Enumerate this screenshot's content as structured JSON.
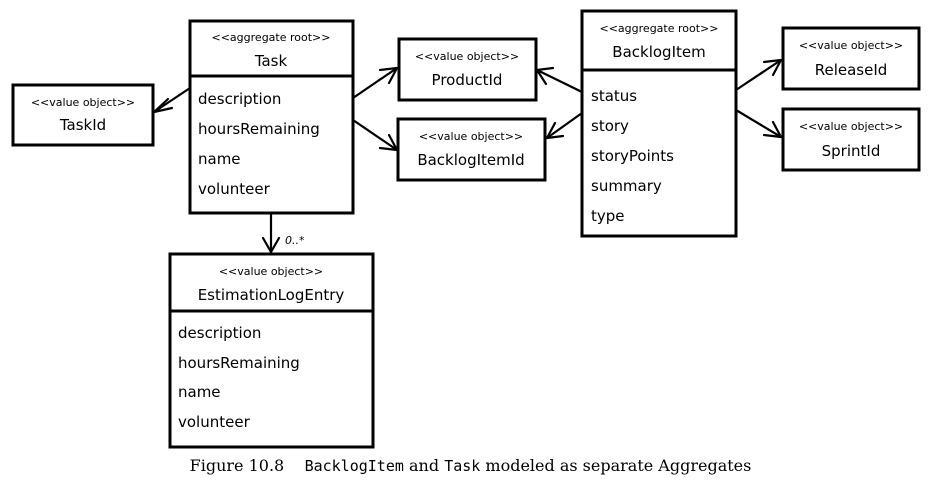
{
  "classes": {
    "task": {
      "stereotype": "<<aggregate root>>",
      "name": "Task",
      "attributes": [
        "description",
        "hoursRemaining",
        "name",
        "volunteer"
      ]
    },
    "task_id": {
      "stereotype": "<<value object>>",
      "name": "TaskId"
    },
    "product_id": {
      "stereotype": "<<value object>>",
      "name": "ProductId"
    },
    "backlog_item_id": {
      "stereotype": "<<value object>>",
      "name": "BacklogItemId"
    },
    "backlog_item": {
      "stereotype": "<<aggregate root>>",
      "name": "BacklogItem",
      "attributes": [
        "status",
        "story",
        "storyPoints",
        "summary",
        "type"
      ]
    },
    "release_id": {
      "stereotype": "<<value object>>",
      "name": "ReleaseId"
    },
    "sprint_id": {
      "stereotype": "<<value object>>",
      "name": "SprintId"
    },
    "estimation_log_entry": {
      "stereotype": "<<value object>>",
      "name": "EstimationLogEntry",
      "attributes": [
        "description",
        "hoursRemaining",
        "name",
        "volunteer"
      ]
    }
  },
  "multiplicity": "0..*",
  "caption": {
    "figure": "Figure 10.8",
    "code1": "BacklogItem",
    "and": "and",
    "code2": "Task",
    "rest": "modeled as separate Aggregates"
  }
}
